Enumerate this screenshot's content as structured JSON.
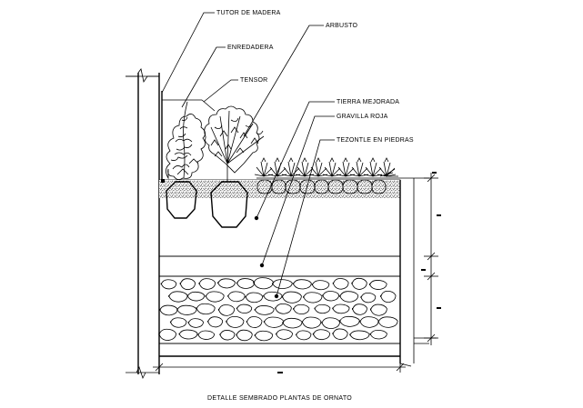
{
  "drawing": {
    "caption": "DETALLE SEMBRADO PLANTAS DE ORNATO",
    "labels": {
      "tutor": "TUTOR DE MADERA",
      "enredadera": "ENREDADERA",
      "tensor": "TENSOR",
      "arbusto": "ARBUSTO",
      "tierra": "TIERRA MEJORADA",
      "gravilla": "GRAVILLA ROJA",
      "tezontle": "TEZONTLE EN PIEDRAS"
    },
    "colors": {
      "line": "#000000",
      "background": "#ffffff"
    }
  }
}
